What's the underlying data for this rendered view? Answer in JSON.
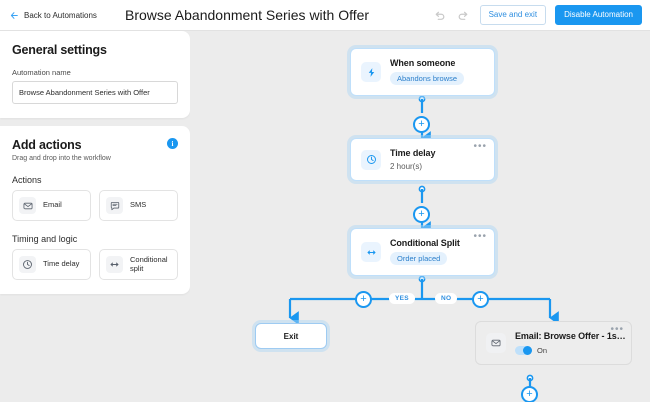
{
  "topbar": {
    "back_label": "Back to Automations",
    "back_icon": "arrow-left-icon",
    "title": "Browse Abandonment Series with Offer",
    "undo_icon": "undo-icon",
    "redo_icon": "redo-icon",
    "save_label": "Save and exit",
    "disable_label": "Disable Automation"
  },
  "sidebar": {
    "general": {
      "title": "General settings",
      "name_label": "Automation name",
      "name_value": "Browse Abandonment Series with Offer",
      "name_placeholder": "Automation name"
    },
    "add_actions": {
      "title": "Add actions",
      "subtitle": "Drag and drop into the workflow",
      "info_icon": "info-icon",
      "info_glyph": "i",
      "groups": [
        {
          "label": "Actions",
          "tiles": [
            {
              "label": "Email",
              "icon": "envelope-icon"
            },
            {
              "label": "SMS",
              "icon": "chat-bubble-icon"
            }
          ]
        },
        {
          "label": "Timing and logic",
          "tiles": [
            {
              "label": "Time delay",
              "icon": "clock-icon"
            },
            {
              "label": "Conditional split",
              "icon": "split-arrows-icon"
            }
          ]
        }
      ]
    }
  },
  "canvas": {
    "nodes": {
      "trigger": {
        "title": "When someone",
        "pill": "Abandons browse",
        "icon": "lightning-bolt-icon"
      },
      "delay": {
        "title": "Time delay",
        "sub": "2 hour(s)",
        "icon": "clock-icon",
        "menu_glyph": "•••"
      },
      "split": {
        "title": "Conditional Split",
        "pill": "Order placed",
        "icon": "split-arrows-icon",
        "menu_glyph": "•••"
      },
      "exit": {
        "label": "Exit"
      },
      "email": {
        "title": "Email: Browse Offer - 1s…",
        "icon": "envelope-icon",
        "menu_glyph": "•••",
        "toggle_state": "On"
      }
    },
    "branches": {
      "yes": "YES",
      "no": "NO"
    },
    "add_glyph": "+"
  },
  "colors": {
    "accent": "#1a97f0",
    "canvas_bg": "#ececec",
    "node_border": "#bfdffa",
    "pill_bg": "#e4f1fd"
  }
}
